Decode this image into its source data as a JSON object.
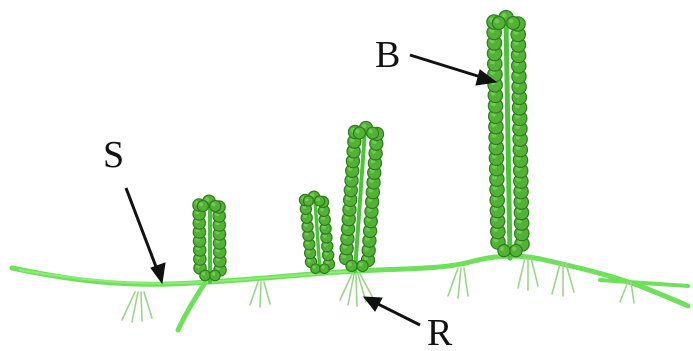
{
  "labels": {
    "S": "S",
    "B": "B",
    "R": "R"
  },
  "colors": {
    "stem": "#6ee05a",
    "stem_dark": "#4cc43a",
    "bead_fill": "#52b235",
    "bead_stroke": "#2f7d1e",
    "bead_highlight": "#8ad86a",
    "root": "#9ad68a",
    "arrow": "#111111",
    "text": "#111111"
  }
}
